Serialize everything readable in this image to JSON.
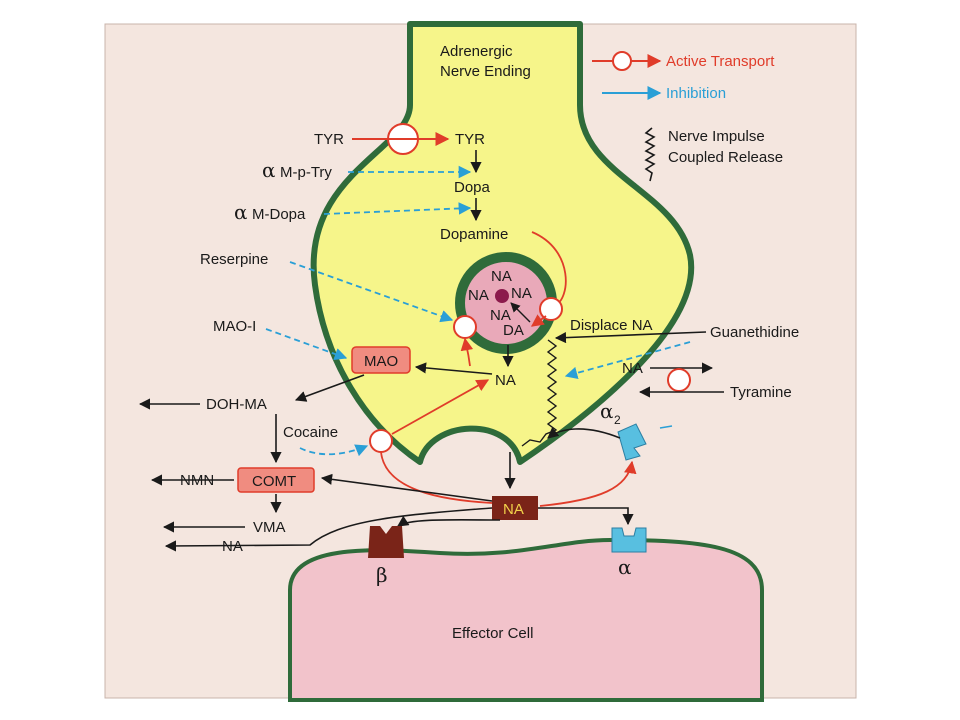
{
  "nerve_ending": {
    "line1": "Adrenergic",
    "line2": "Nerve Ending"
  },
  "legend": {
    "active_transport": "Active Transport",
    "inhibition": "Inhibition",
    "impulse_line1": "Nerve Impulse",
    "impulse_line2": "Coupled Release"
  },
  "pathway": {
    "tyr_outside": "TYR",
    "tyr_inside": "TYR",
    "dopa": "Dopa",
    "dopamine": "Dopamine"
  },
  "drugs": {
    "amp_try_symbol": "α",
    "amp_try": "M-p-Try",
    "amd_symbol": "α",
    "amd": "M-Dopa",
    "reserpine": "Reserpine",
    "mao_i": "MAO-I",
    "guanethidine": "Guanethidine",
    "tyramine": "Tyramine",
    "cocaine": "Cocaine"
  },
  "vesicle": {
    "na1": "NA",
    "na2": "NA",
    "na3": "NA",
    "na4": "NA",
    "da": "DA"
  },
  "labels": {
    "displace_na": "Displace NA",
    "mao": "MAO",
    "na_cyto": "NA",
    "na_released": "NA",
    "doh_ma": "DOH-MA",
    "comt": "COMT",
    "nmn": "NMN",
    "vma": "VMA",
    "na_out": "NA",
    "na_synapse": "NA",
    "alpha2": "α",
    "alpha2_sub": "2",
    "beta": "β",
    "alpha": "α",
    "effector": "Effector Cell"
  },
  "colors": {
    "page_bg": "#f4e6df",
    "nerve_fill": "#f6f58a",
    "membrane": "#2f6b3a",
    "effector_fill": "#f2c3cb",
    "active_transport": "#e03c2a",
    "inhibition": "#2a9fd6",
    "enzyme_fill": "#f08c80",
    "na_box": "#7a2418",
    "na_box_text": "#f2d24a",
    "beta_receptor": "#7a2418",
    "alpha_receptor": "#58bfe0",
    "vesicle_core": "#e9a9b9",
    "vesicle_center": "#8c1a4c"
  }
}
